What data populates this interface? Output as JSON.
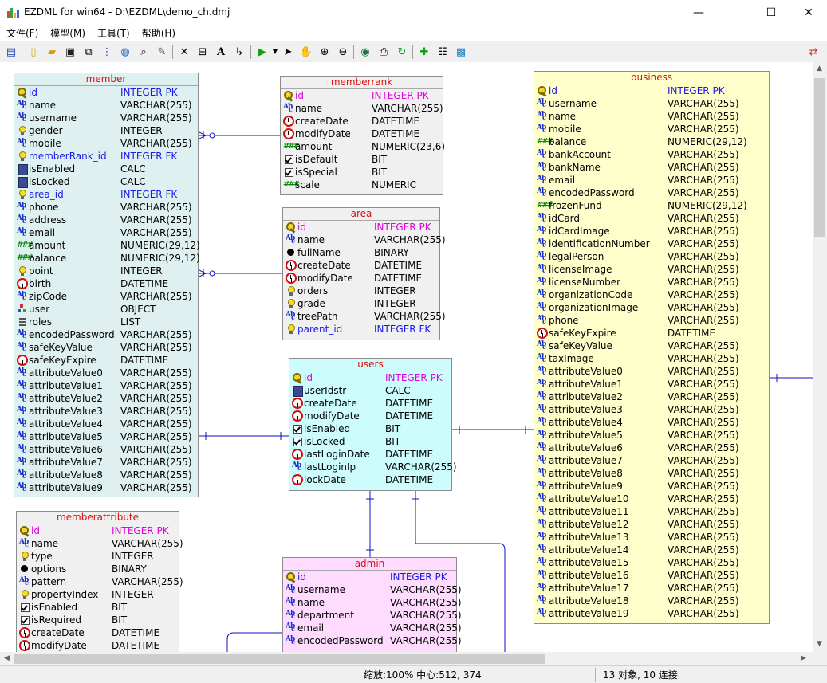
{
  "window": {
    "title": "EZDML for win64 - D:\\EZDML\\demo_ch.dmj",
    "minimize": "—",
    "maximize": "☐",
    "close": "✕"
  },
  "menu": [
    "文件(F)",
    "模型(M)",
    "工具(T)",
    "帮助(H)"
  ],
  "toolbar": {
    "icons": [
      "menu-toggle-icon",
      "new-document-icon",
      "open-folder-icon",
      "save-icon",
      "copy-model-icon",
      "tree-view-icon",
      "globe-icon",
      "find-icon",
      "brush-icon",
      "delete-icon",
      "table-icon",
      "text-icon",
      "link-icon",
      "run-icon",
      "run-dropdown-icon",
      "pointer-icon",
      "hand-icon",
      "zoom-in-icon",
      "zoom-out-icon",
      "eye-icon",
      "export-icon",
      "refresh-icon",
      "add-table-icon",
      "properties-icon",
      "image-icon",
      "swap-view-icon"
    ]
  },
  "colors": {
    "member": "#dff0f0",
    "memberrank": "#f0f0f0",
    "area": "#f0f0f0",
    "users": "#ccfcfc",
    "business": "#ffffcc",
    "memberattribute": "#f0f0f0",
    "admin": "#ffdcff",
    "link": "#1010c0",
    "title_text": "#d81010"
  },
  "entities": {
    "member": {
      "title": "member",
      "fields": [
        {
          "icon": "key",
          "name": "id",
          "type": "INTEGER PK",
          "style": "pk"
        },
        {
          "icon": "abc",
          "name": "name",
          "type": "VARCHAR(255)"
        },
        {
          "icon": "abc",
          "name": "username",
          "type": "VARCHAR(255)"
        },
        {
          "icon": "bulb",
          "name": "gender",
          "type": "INTEGER"
        },
        {
          "icon": "abc",
          "name": "mobile",
          "type": "VARCHAR(255)"
        },
        {
          "icon": "bulb",
          "name": "memberRank_id",
          "type": "INTEGER FK",
          "style": "fk"
        },
        {
          "icon": "calc",
          "name": "isEnabled",
          "type": "CALC"
        },
        {
          "icon": "calc",
          "name": "isLocked",
          "type": "CALC"
        },
        {
          "icon": "bulb",
          "name": "area_id",
          "type": "INTEGER FK",
          "style": "fk"
        },
        {
          "icon": "abc",
          "name": "phone",
          "type": "VARCHAR(255)"
        },
        {
          "icon": "abc",
          "name": "address",
          "type": "VARCHAR(255)"
        },
        {
          "icon": "abc",
          "name": "email",
          "type": "VARCHAR(255)"
        },
        {
          "icon": "num",
          "name": "amount",
          "type": "NUMERIC(29,12)"
        },
        {
          "icon": "num",
          "name": "balance",
          "type": "NUMERIC(29,12)"
        },
        {
          "icon": "bulb",
          "name": "point",
          "type": "INTEGER"
        },
        {
          "icon": "clock",
          "name": "birth",
          "type": "DATETIME"
        },
        {
          "icon": "abc",
          "name": "zipCode",
          "type": "VARCHAR(255)"
        },
        {
          "icon": "obj",
          "name": "user",
          "type": "OBJECT"
        },
        {
          "icon": "list",
          "name": "roles",
          "type": "LIST"
        },
        {
          "icon": "abc",
          "name": "encodedPassword",
          "type": "VARCHAR(255)"
        },
        {
          "icon": "abc",
          "name": "safeKeyValue",
          "type": "VARCHAR(255)"
        },
        {
          "icon": "clock",
          "name": "safeKeyExpire",
          "type": "DATETIME"
        },
        {
          "icon": "abc",
          "name": "attributeValue0",
          "type": "VARCHAR(255)"
        },
        {
          "icon": "abc",
          "name": "attributeValue1",
          "type": "VARCHAR(255)"
        },
        {
          "icon": "abc",
          "name": "attributeValue2",
          "type": "VARCHAR(255)"
        },
        {
          "icon": "abc",
          "name": "attributeValue3",
          "type": "VARCHAR(255)"
        },
        {
          "icon": "abc",
          "name": "attributeValue4",
          "type": "VARCHAR(255)"
        },
        {
          "icon": "abc",
          "name": "attributeValue5",
          "type": "VARCHAR(255)"
        },
        {
          "icon": "abc",
          "name": "attributeValue6",
          "type": "VARCHAR(255)"
        },
        {
          "icon": "abc",
          "name": "attributeValue7",
          "type": "VARCHAR(255)"
        },
        {
          "icon": "abc",
          "name": "attributeValue8",
          "type": "VARCHAR(255)"
        },
        {
          "icon": "abc",
          "name": "attributeValue9",
          "type": "VARCHAR(255)"
        }
      ]
    },
    "memberrank": {
      "title": "memberrank",
      "fields": [
        {
          "icon": "key",
          "name": "id",
          "type": "INTEGER PK",
          "style": "pk-m"
        },
        {
          "icon": "abc",
          "name": "name",
          "type": "VARCHAR(255)"
        },
        {
          "icon": "clock",
          "name": "createDate",
          "type": "DATETIME"
        },
        {
          "icon": "clock",
          "name": "modifyDate",
          "type": "DATETIME"
        },
        {
          "icon": "num",
          "name": "amount",
          "type": "NUMERIC(23,6)"
        },
        {
          "icon": "check",
          "name": "isDefault",
          "type": "BIT"
        },
        {
          "icon": "check",
          "name": "isSpecial",
          "type": "BIT"
        },
        {
          "icon": "num",
          "name": "scale",
          "type": "NUMERIC"
        }
      ]
    },
    "area": {
      "title": "area",
      "fields": [
        {
          "icon": "key",
          "name": "id",
          "type": "INTEGER PK",
          "style": "pk-m"
        },
        {
          "icon": "abc",
          "name": "name",
          "type": "VARCHAR(255)"
        },
        {
          "icon": "dot",
          "name": "fullName",
          "type": "BINARY"
        },
        {
          "icon": "clock",
          "name": "createDate",
          "type": "DATETIME"
        },
        {
          "icon": "clock",
          "name": "modifyDate",
          "type": "DATETIME"
        },
        {
          "icon": "bulb",
          "name": "orders",
          "type": "INTEGER"
        },
        {
          "icon": "bulb",
          "name": "grade",
          "type": "INTEGER"
        },
        {
          "icon": "abc",
          "name": "treePath",
          "type": "VARCHAR(255)"
        },
        {
          "icon": "bulb",
          "name": "parent_id",
          "type": "INTEGER FK",
          "style": "fk"
        }
      ]
    },
    "users": {
      "title": "users",
      "fields": [
        {
          "icon": "key",
          "name": "id",
          "type": "INTEGER PK",
          "style": "pk-m"
        },
        {
          "icon": "calc",
          "name": "userIdstr",
          "type": "CALC"
        },
        {
          "icon": "clock",
          "name": "createDate",
          "type": "DATETIME"
        },
        {
          "icon": "clock",
          "name": "modifyDate",
          "type": "DATETIME"
        },
        {
          "icon": "check",
          "name": "isEnabled",
          "type": "BIT"
        },
        {
          "icon": "check",
          "name": "isLocked",
          "type": "BIT"
        },
        {
          "icon": "clock",
          "name": "lastLoginDate",
          "type": "DATETIME"
        },
        {
          "icon": "abc",
          "name": "lastLoginIp",
          "type": "VARCHAR(255)"
        },
        {
          "icon": "clock",
          "name": "lockDate",
          "type": "DATETIME"
        }
      ]
    },
    "business": {
      "title": "business",
      "fields": [
        {
          "icon": "key",
          "name": "id",
          "type": "INTEGER PK",
          "style": "pk"
        },
        {
          "icon": "abc",
          "name": "username",
          "type": "VARCHAR(255)"
        },
        {
          "icon": "abc",
          "name": "name",
          "type": "VARCHAR(255)"
        },
        {
          "icon": "abc",
          "name": "mobile",
          "type": "VARCHAR(255)"
        },
        {
          "icon": "num",
          "name": "balance",
          "type": "NUMERIC(29,12)"
        },
        {
          "icon": "abc",
          "name": "bankAccount",
          "type": "VARCHAR(255)"
        },
        {
          "icon": "abc",
          "name": "bankName",
          "type": "VARCHAR(255)"
        },
        {
          "icon": "abc",
          "name": "email",
          "type": "VARCHAR(255)"
        },
        {
          "icon": "abc",
          "name": "encodedPassword",
          "type": "VARCHAR(255)"
        },
        {
          "icon": "num",
          "name": "frozenFund",
          "type": "NUMERIC(29,12)"
        },
        {
          "icon": "abc",
          "name": "idCard",
          "type": "VARCHAR(255)"
        },
        {
          "icon": "abc",
          "name": "idCardImage",
          "type": "VARCHAR(255)"
        },
        {
          "icon": "abc",
          "name": "identificationNumber",
          "type": "VARCHAR(255)"
        },
        {
          "icon": "abc",
          "name": "legalPerson",
          "type": "VARCHAR(255)"
        },
        {
          "icon": "abc",
          "name": "licenseImage",
          "type": "VARCHAR(255)"
        },
        {
          "icon": "abc",
          "name": "licenseNumber",
          "type": "VARCHAR(255)"
        },
        {
          "icon": "abc",
          "name": "organizationCode",
          "type": "VARCHAR(255)"
        },
        {
          "icon": "abc",
          "name": "organizationImage",
          "type": "VARCHAR(255)"
        },
        {
          "icon": "abc",
          "name": "phone",
          "type": "VARCHAR(255)"
        },
        {
          "icon": "clock",
          "name": "safeKeyExpire",
          "type": "DATETIME"
        },
        {
          "icon": "abc",
          "name": "safeKeyValue",
          "type": "VARCHAR(255)"
        },
        {
          "icon": "abc",
          "name": "taxImage",
          "type": "VARCHAR(255)"
        },
        {
          "icon": "abc",
          "name": "attributeValue0",
          "type": "VARCHAR(255)"
        },
        {
          "icon": "abc",
          "name": "attributeValue1",
          "type": "VARCHAR(255)"
        },
        {
          "icon": "abc",
          "name": "attributeValue2",
          "type": "VARCHAR(255)"
        },
        {
          "icon": "abc",
          "name": "attributeValue3",
          "type": "VARCHAR(255)"
        },
        {
          "icon": "abc",
          "name": "attributeValue4",
          "type": "VARCHAR(255)"
        },
        {
          "icon": "abc",
          "name": "attributeValue5",
          "type": "VARCHAR(255)"
        },
        {
          "icon": "abc",
          "name": "attributeValue6",
          "type": "VARCHAR(255)"
        },
        {
          "icon": "abc",
          "name": "attributeValue7",
          "type": "VARCHAR(255)"
        },
        {
          "icon": "abc",
          "name": "attributeValue8",
          "type": "VARCHAR(255)"
        },
        {
          "icon": "abc",
          "name": "attributeValue9",
          "type": "VARCHAR(255)"
        },
        {
          "icon": "abc",
          "name": "attributeValue10",
          "type": "VARCHAR(255)"
        },
        {
          "icon": "abc",
          "name": "attributeValue11",
          "type": "VARCHAR(255)"
        },
        {
          "icon": "abc",
          "name": "attributeValue12",
          "type": "VARCHAR(255)"
        },
        {
          "icon": "abc",
          "name": "attributeValue13",
          "type": "VARCHAR(255)"
        },
        {
          "icon": "abc",
          "name": "attributeValue14",
          "type": "VARCHAR(255)"
        },
        {
          "icon": "abc",
          "name": "attributeValue15",
          "type": "VARCHAR(255)"
        },
        {
          "icon": "abc",
          "name": "attributeValue16",
          "type": "VARCHAR(255)"
        },
        {
          "icon": "abc",
          "name": "attributeValue17",
          "type": "VARCHAR(255)"
        },
        {
          "icon": "abc",
          "name": "attributeValue18",
          "type": "VARCHAR(255)"
        },
        {
          "icon": "abc",
          "name": "attributeValue19",
          "type": "VARCHAR(255)"
        }
      ]
    },
    "memberattribute": {
      "title": "memberattribute",
      "fields": [
        {
          "icon": "key",
          "name": "id",
          "type": "INTEGER PK",
          "style": "pk-m"
        },
        {
          "icon": "abc",
          "name": "name",
          "type": "VARCHAR(255)"
        },
        {
          "icon": "bulb",
          "name": "type",
          "type": "INTEGER"
        },
        {
          "icon": "dot",
          "name": "options",
          "type": "BINARY"
        },
        {
          "icon": "abc",
          "name": "pattern",
          "type": "VARCHAR(255)"
        },
        {
          "icon": "bulb",
          "name": "propertyIndex",
          "type": "INTEGER"
        },
        {
          "icon": "check",
          "name": "isEnabled",
          "type": "BIT"
        },
        {
          "icon": "check",
          "name": "isRequired",
          "type": "BIT"
        },
        {
          "icon": "clock",
          "name": "createDate",
          "type": "DATETIME"
        },
        {
          "icon": "clock",
          "name": "modifyDate",
          "type": "DATETIME"
        }
      ]
    },
    "admin": {
      "title": "admin",
      "fields": [
        {
          "icon": "key",
          "name": "id",
          "type": "INTEGER PK",
          "style": "pk"
        },
        {
          "icon": "abc",
          "name": "username",
          "type": "VARCHAR(255)"
        },
        {
          "icon": "abc",
          "name": "name",
          "type": "VARCHAR(255)"
        },
        {
          "icon": "abc",
          "name": "department",
          "type": "VARCHAR(255)"
        },
        {
          "icon": "abc",
          "name": "email",
          "type": "VARCHAR(255)"
        },
        {
          "icon": "abc",
          "name": "encodedPassword",
          "type": "VARCHAR(255)"
        }
      ]
    }
  },
  "status": {
    "zoom": "缩放:100% 中心:512, 374",
    "summary": "13 对象, 10 连接"
  }
}
